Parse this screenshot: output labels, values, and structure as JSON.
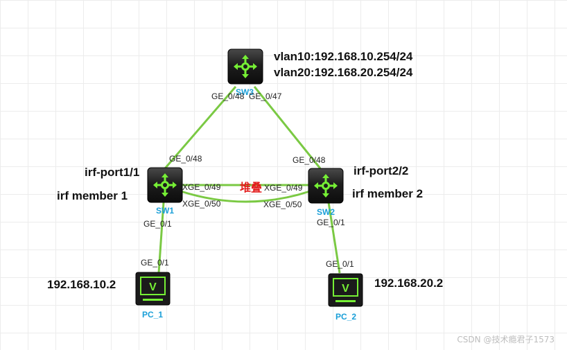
{
  "colors": {
    "link": "#7ac943",
    "device_body": "#1b1b1b",
    "device_icon": "#76f035",
    "device_label": "#1a9fd8",
    "stack_label": "#e31b1b"
  },
  "devices": {
    "sw3": {
      "name": "SW3",
      "icon": "l3-switch-icon"
    },
    "sw1": {
      "name": "SW1",
      "icon": "l3-switch-icon"
    },
    "sw2": {
      "name": "SW2",
      "icon": "l3-switch-icon"
    },
    "pc1": {
      "name": "PC_1",
      "icon": "pc-monitor-icon"
    },
    "pc2": {
      "name": "PC_2",
      "icon": "pc-monitor-icon"
    }
  },
  "ports": {
    "sw3_to_sw1": "GE_0/48",
    "sw3_to_sw2": "GE_0/47",
    "sw1_up": "GE_0/48",
    "sw2_up": "GE_0/48",
    "sw1_xge49": "XGE_0/49",
    "sw1_xge50": "XGE_0/50",
    "sw2_xge49": "XGE_0/49",
    "sw2_xge50": "XGE_0/50",
    "sw1_down": "GE_0/1",
    "pc1_port": "GE_0/1",
    "sw2_down": "GE_0/1",
    "pc2_port": "GE_0/1"
  },
  "annotations": {
    "vlan10": "vlan10:192.168.10.254/24",
    "vlan20": "vlan20:192.168.20.254/24",
    "sw1_irf_port": "irf-port1/1",
    "sw1_irf_member": "irf member 1",
    "sw2_irf_port": "irf-port2/2",
    "sw2_irf_member": "irf member 2",
    "stack": "堆叠",
    "pc1_ip": "192.168.10.2",
    "pc2_ip": "192.168.20.2"
  },
  "watermark": "CSDN @技术瘾君子1573"
}
